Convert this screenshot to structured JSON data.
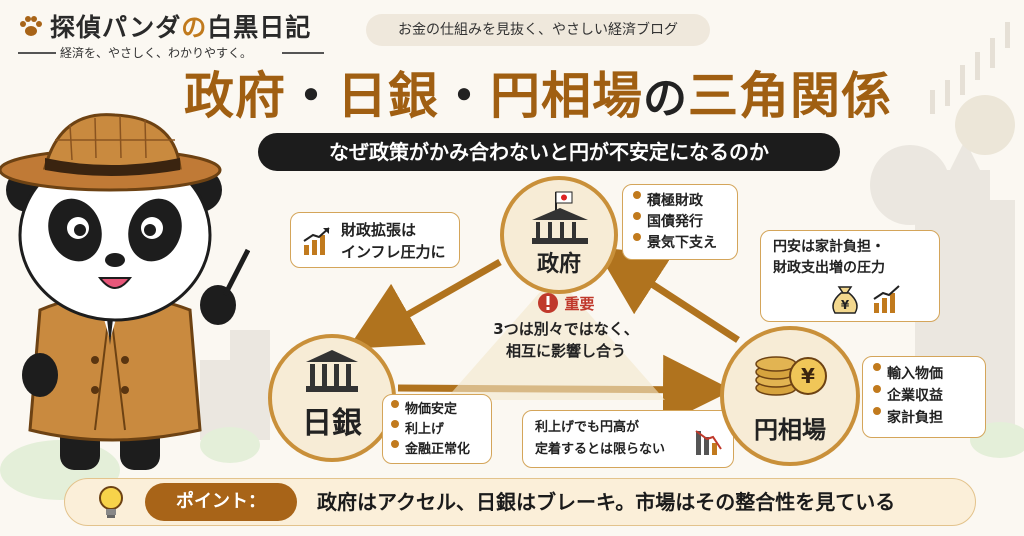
{
  "brand": {
    "title_a": "探偵パンダ",
    "title_no": "の",
    "title_b": "白黒日記",
    "tagline": "経済を、やさしく、わかりやすく。"
  },
  "blog_tag": "お金の仕組みを見抜く、やさしい経済ブログ",
  "title": {
    "part1": "政府",
    "sep1": "・",
    "part2": "日銀",
    "sep2": "・",
    "part3": "円相場",
    "no": "の",
    "part4": "三角関係"
  },
  "subtitle": "なぜ政策がかみ合わないと円が不安定になるのか",
  "nodes": {
    "government": {
      "label": "政府",
      "bullets": [
        "積極財政",
        "国債発行",
        "景気下支え"
      ]
    },
    "boj": {
      "label": "日銀",
      "bullets": [
        "物価安定",
        "利上げ",
        "金融正常化"
      ]
    },
    "yen": {
      "label": "円相場",
      "bullets": [
        "輸入物価",
        "企業収益",
        "家計負担"
      ]
    }
  },
  "notes": {
    "fiscal": [
      "財政拡張は",
      "インフレ圧力に"
    ],
    "weak_yen": [
      "円安は家計負担・",
      "財政支出増の圧力"
    ],
    "rate_hike": [
      "利上げでも円高が",
      "定着するとは限らない"
    ]
  },
  "center": {
    "badge": "重要",
    "lines": [
      "3つは別々ではなく、",
      "相互に影響し合う"
    ]
  },
  "point": {
    "label": "ポイント：",
    "text": "政府はアクセル、日銀はブレーキ。市場はその整合性を見ている"
  },
  "icons": {
    "government": "government-building-icon",
    "boj": "bank-building-icon",
    "yen": "yen-coins-icon",
    "bulb": "lightbulb-icon"
  },
  "colors": {
    "accent": "#a05f12",
    "gold": "#c9903a",
    "dark": "#1c1c1c",
    "important": "#c0392b"
  }
}
